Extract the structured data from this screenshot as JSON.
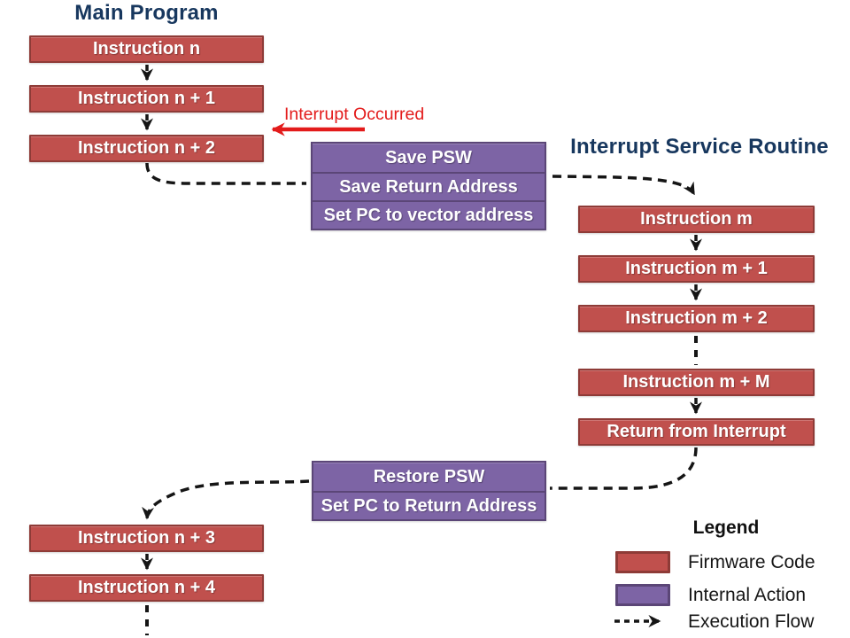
{
  "main_program": {
    "title": "Main Program",
    "boxes_before": [
      "Instruction n",
      "Instruction n + 1",
      "Instruction n + 2"
    ],
    "boxes_after": [
      "Instruction n + 3",
      "Instruction n + 4"
    ]
  },
  "isr": {
    "title": "Interrupt Service Routine",
    "boxes_top": [
      "Instruction m",
      "Instruction m + 1",
      "Instruction m + 2"
    ],
    "boxes_bottom": [
      "Instruction m + M",
      "Return from Interrupt"
    ]
  },
  "interrupt_entry": {
    "rows": [
      "Save PSW",
      "Save Return Address",
      "Set PC to vector address"
    ]
  },
  "interrupt_exit": {
    "rows": [
      "Restore PSW",
      "Set PC to Return Address"
    ]
  },
  "interrupt_label": "Interrupt Occurred",
  "legend": {
    "title": "Legend",
    "items": [
      {
        "swatch": "firmware-swatch",
        "label": "Firmware Code"
      },
      {
        "swatch": "internal-swatch",
        "label": "Internal Action"
      },
      {
        "swatch": "flow-arrow",
        "label": "Execution Flow"
      }
    ]
  },
  "colors": {
    "firmware_fill": "#C0504D",
    "firmware_border": "#8E3B37",
    "internal_fill": "#7D64A5",
    "internal_border": "#5B4677",
    "title_color": "#17375E",
    "interrupt_red": "#E31B1B",
    "flow_black": "#151515"
  }
}
